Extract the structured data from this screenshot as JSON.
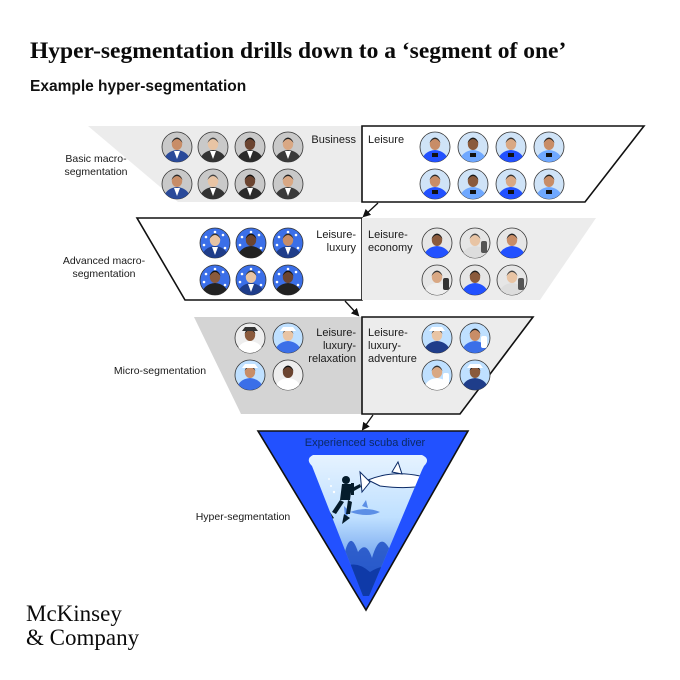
{
  "header": {
    "title": "Hyper-segmentation drills down to a ‘segment of one’",
    "subtitle": "Example hyper-segmentation"
  },
  "levels": [
    {
      "label": [
        "Basic macro-",
        "segmentation"
      ]
    },
    {
      "label": [
        "Advanced macro-",
        "segmentation"
      ]
    },
    {
      "label": [
        "Micro-segmentation"
      ]
    },
    {
      "label": [
        "Hyper-segmentation"
      ]
    }
  ],
  "segments": {
    "business": [
      "Business"
    ],
    "leisure": [
      "Leisure"
    ],
    "leisure_luxury": [
      "Leisure-",
      "luxury"
    ],
    "leisure_economy": [
      "Leisure-",
      "economy"
    ],
    "leisure_luxury_relaxation": [
      "Leisure-",
      "luxury-",
      "relaxation"
    ],
    "leisure_luxury_adventure": [
      "Leisure-",
      "luxury-",
      "adventure"
    ],
    "hyper": [
      "Experienced scuba diver"
    ]
  },
  "colors": {
    "accent_blue": "#2251ff",
    "light_blue": "#8ec2ff",
    "panel_gray": "#ececec",
    "panel_mid_gray": "#d4d4d4",
    "dark_navy": "#051c2c"
  },
  "icons": {
    "business_people": "business-traveler-icon",
    "leisure_people": "leisure-traveler-icon",
    "arrow": "arrow-down-right-icon",
    "diver": "scuba-diver-icon",
    "shark": "shark-icon"
  },
  "brand": {
    "line1": "McKinsey",
    "line2": "& Company"
  }
}
